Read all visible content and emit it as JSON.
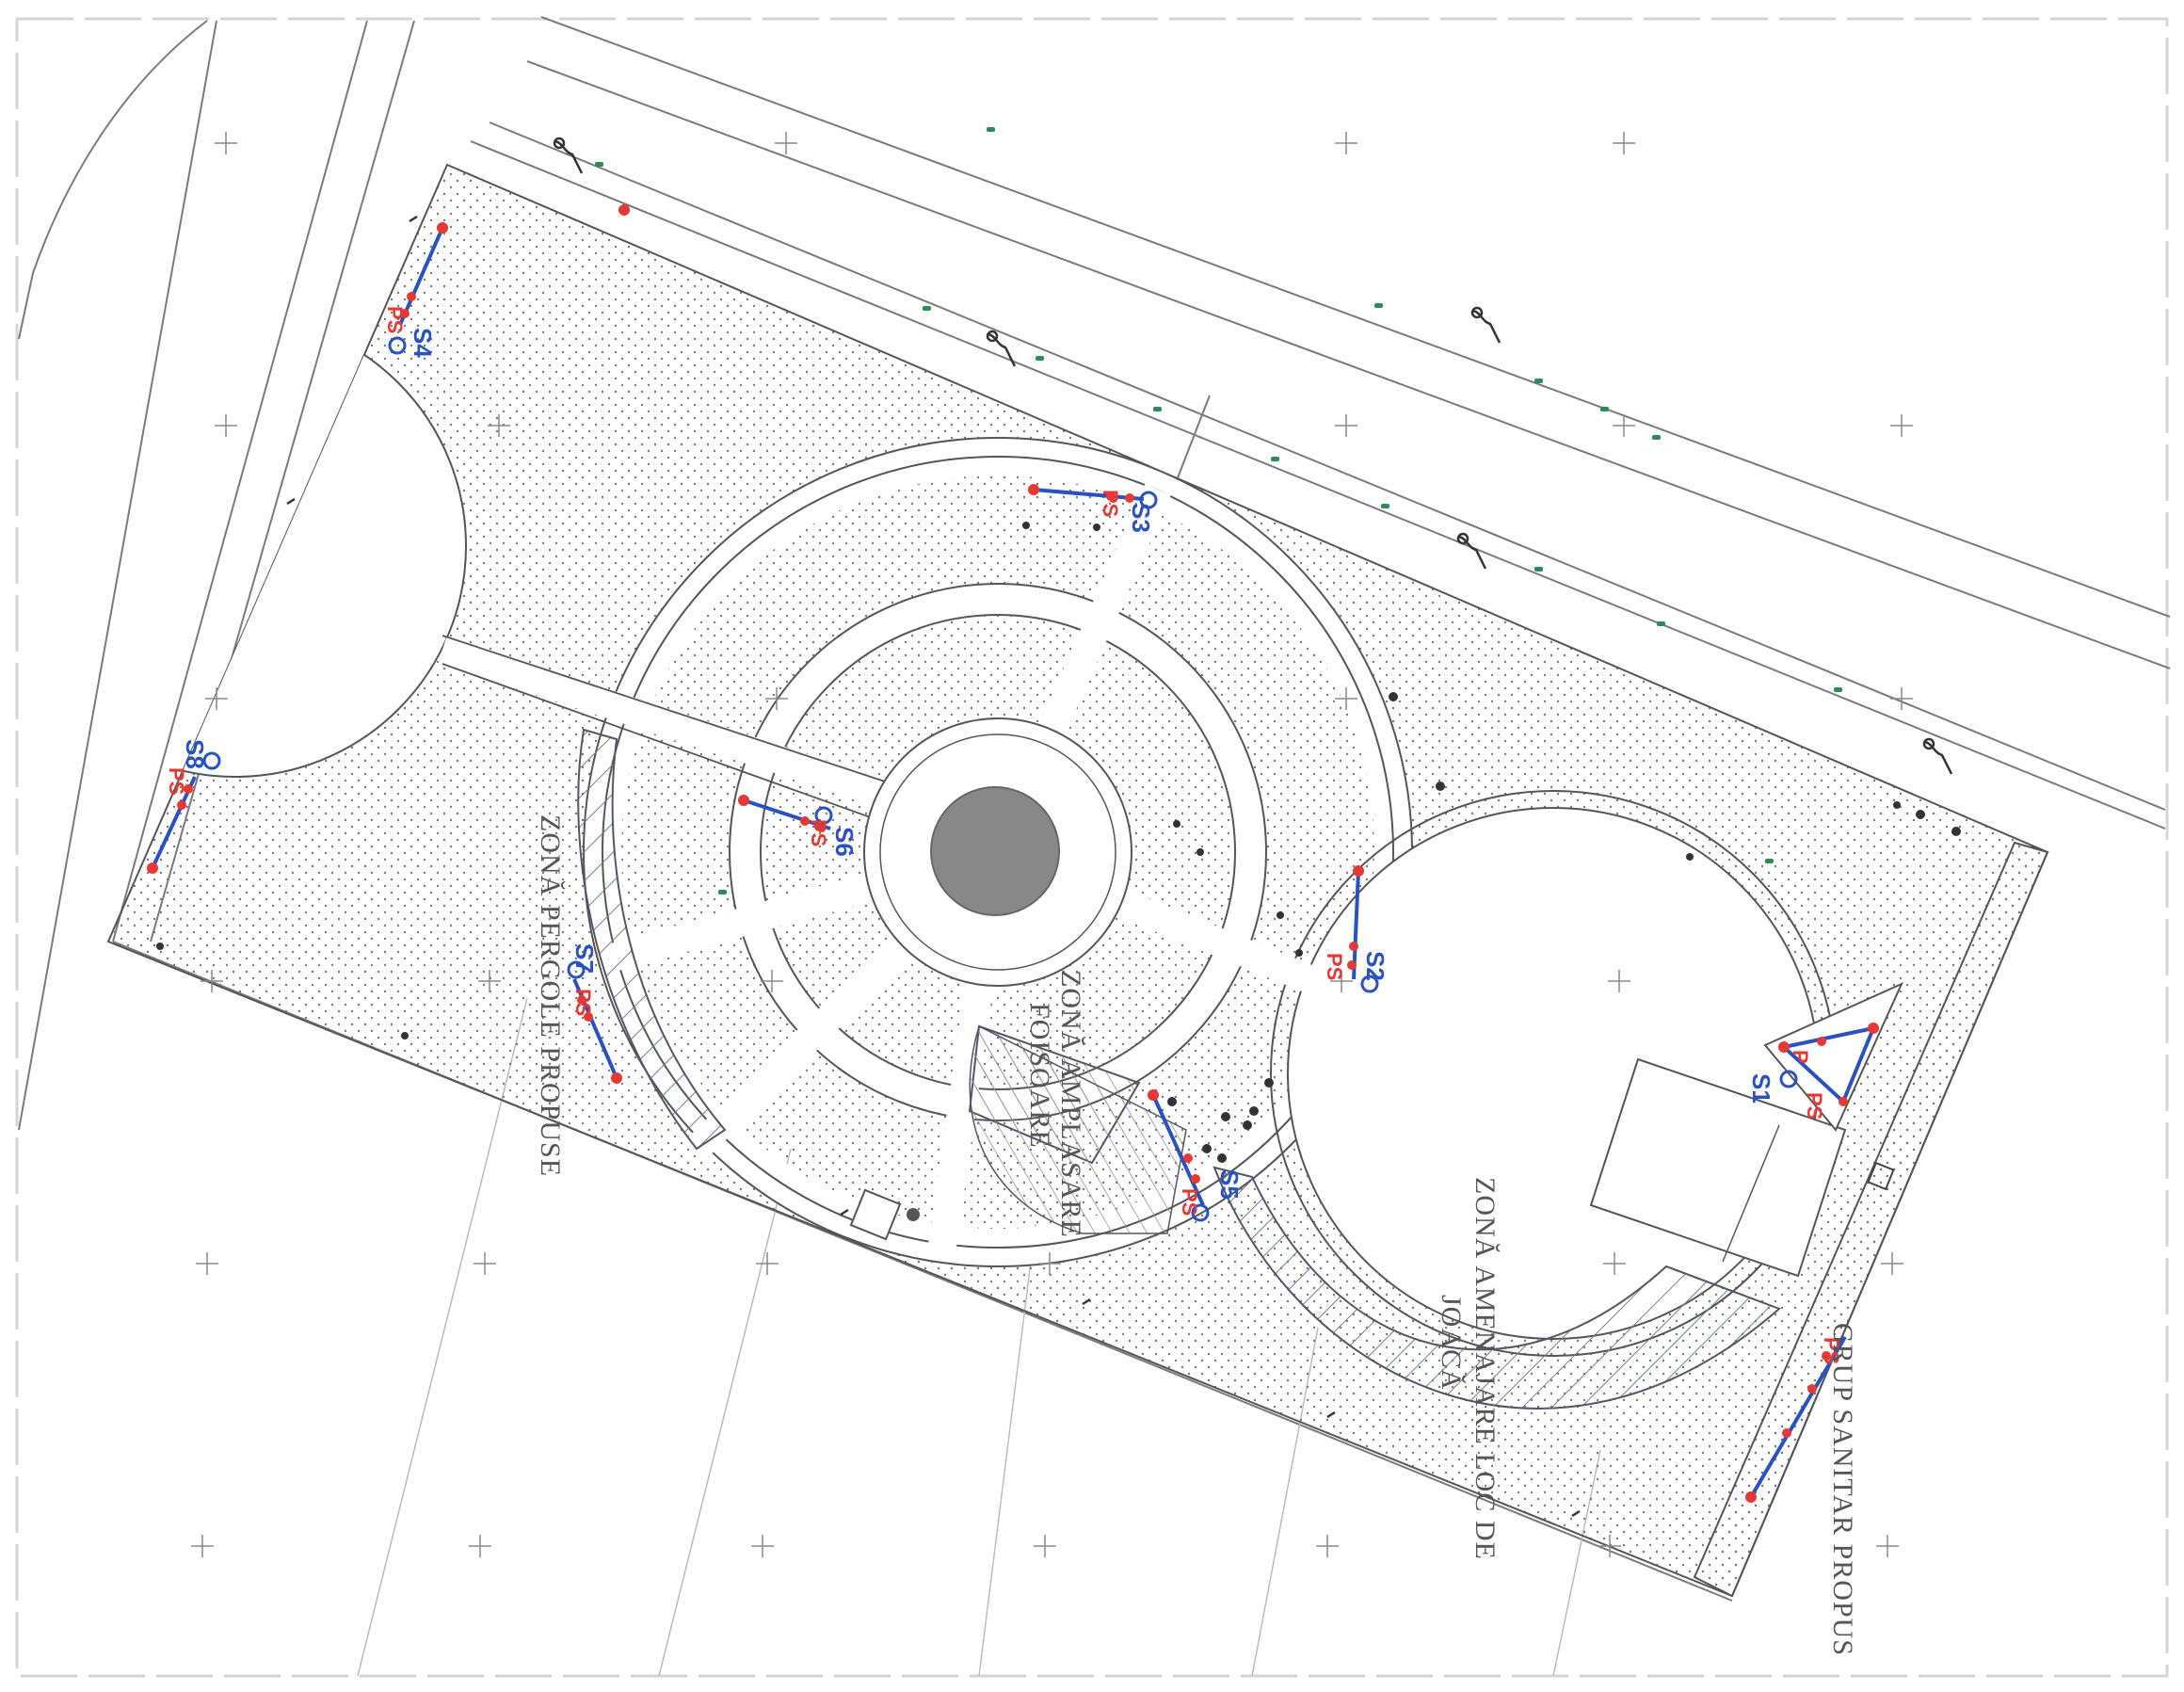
{
  "zones": {
    "pergole": "ZONĂ PERGOLE PROPUSE",
    "amplasare_line1": "ZONĂ AMPLASARE",
    "amplasare_line2": "FOISOARE",
    "amenajare_line1": "ZONĂ AMENAJARE LOC DE",
    "amenajare_line2": "JOACĂ",
    "grup": "GRUP SANITAR PROPUS"
  },
  "points": {
    "s1": "S1",
    "s2": "S2",
    "s3": "S3",
    "s4": "S4",
    "s5": "S5",
    "s6": "S6",
    "s7": "S7",
    "s8": "S8",
    "p": "P",
    "ps": "PS"
  },
  "colors": {
    "line": "#2a52be",
    "point": "#e53935",
    "road": "#7a7a7a",
    "hatch": "#6f7f90",
    "fountain": "#888888"
  }
}
